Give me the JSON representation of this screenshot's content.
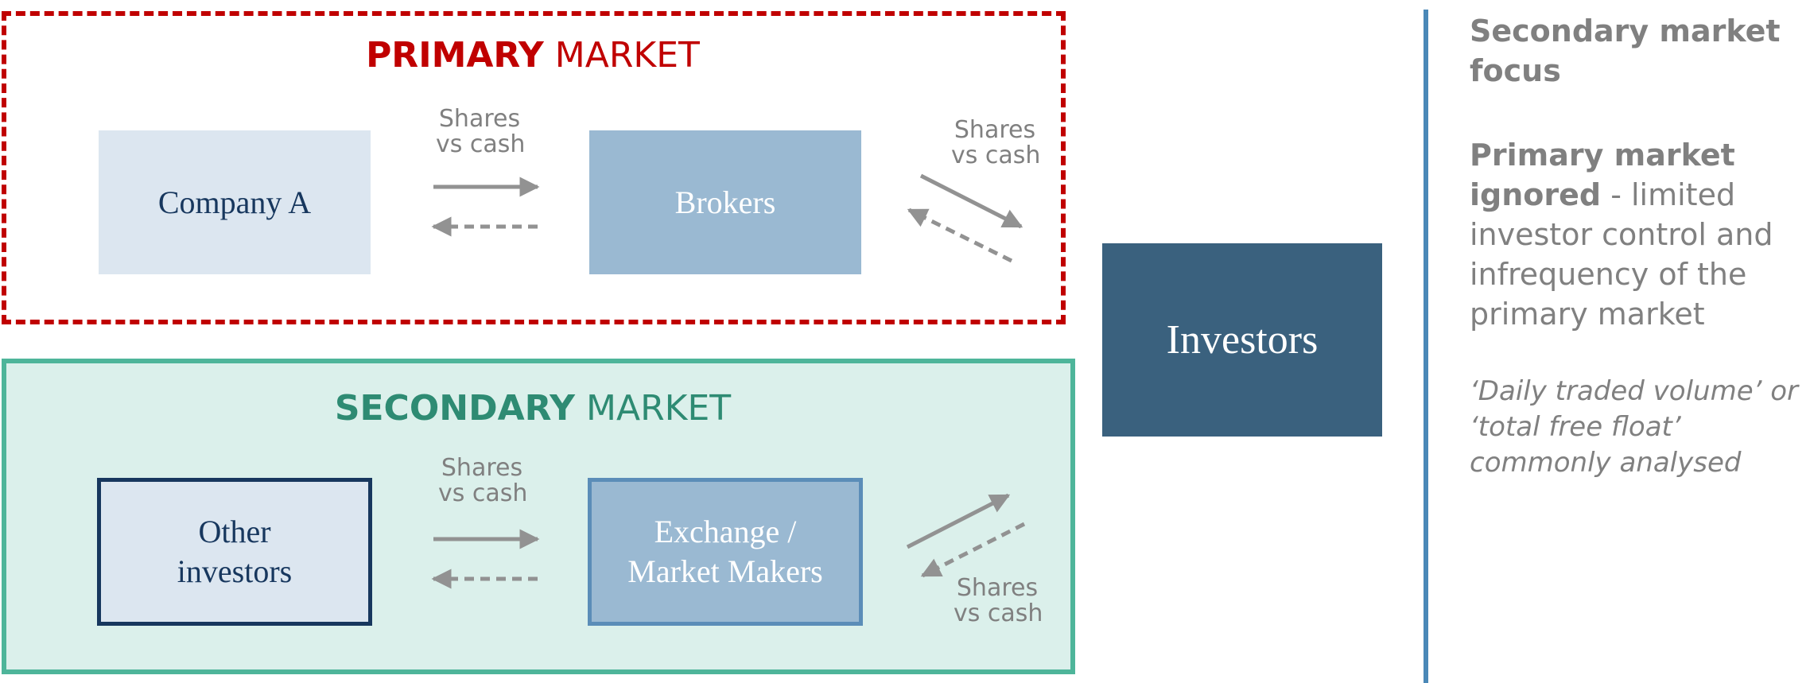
{
  "primary": {
    "title_bold": "PRIMARY",
    "title_rest": "MARKET",
    "company": "Company A",
    "brokers": "Brokers",
    "flow_label_left": [
      "Shares",
      "vs cash"
    ],
    "flow_label_right": [
      "Shares",
      "vs cash"
    ],
    "accent_color": "#c00000"
  },
  "secondary": {
    "title_bold": "SECONDARY",
    "title_rest": "MARKET",
    "other_investors": [
      "Other",
      "investors"
    ],
    "exchange": [
      "Exchange /",
      "Market Makers"
    ],
    "flow_label_left": [
      "Shares",
      "vs cash"
    ],
    "flow_label_right": [
      "Shares",
      "vs cash"
    ],
    "accent_color": "#4eb59a"
  },
  "investors": "Investors",
  "sidebar": {
    "heading": "Secondary market focus",
    "body_bold": "Primary market ignored",
    "body_rest": " - limited investor control and infrequency of the primary market",
    "note": "‘Daily traded volume’ or ‘total free float’ commonly analysed"
  }
}
